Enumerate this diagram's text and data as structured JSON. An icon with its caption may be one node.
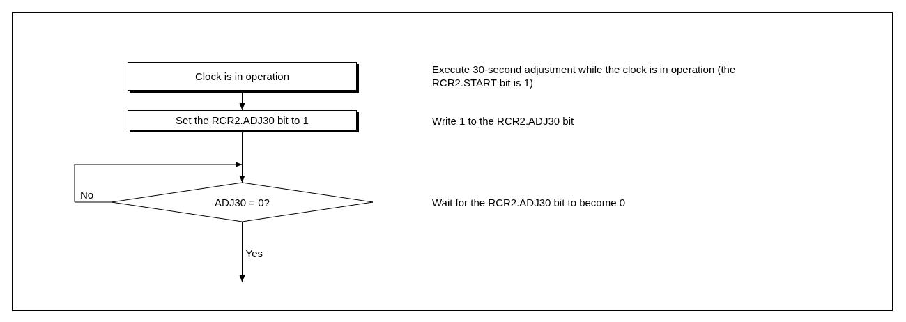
{
  "diagram": {
    "nodes": [
      {
        "text": [
          "Clock is in operation"
        ]
      },
      {
        "text": [
          "Set the RCR2.ADJ30 bit to 1"
        ]
      },
      {
        "text": [
          "ADJ30 = 0?"
        ]
      }
    ],
    "edges": [
      {
        "from": 0,
        "to": 1,
        "arrow": "to"
      },
      {
        "from": 1,
        "to": 2,
        "arrow": "to"
      },
      {
        "from": 2,
        "to": 2,
        "arrow": "to",
        "label": "No"
      },
      {
        "from": 2,
        "to": null,
        "arrow": "to",
        "label": "Yes"
      }
    ],
    "labels": [
      "Execute 30-second adjustment while the clock is in operation (the RCR2.START bit is 1)",
      "Write 1 to the RCR2.ADJ30 bit",
      "Wait for the RCR2.ADJ30 bit to become 0"
    ]
  }
}
